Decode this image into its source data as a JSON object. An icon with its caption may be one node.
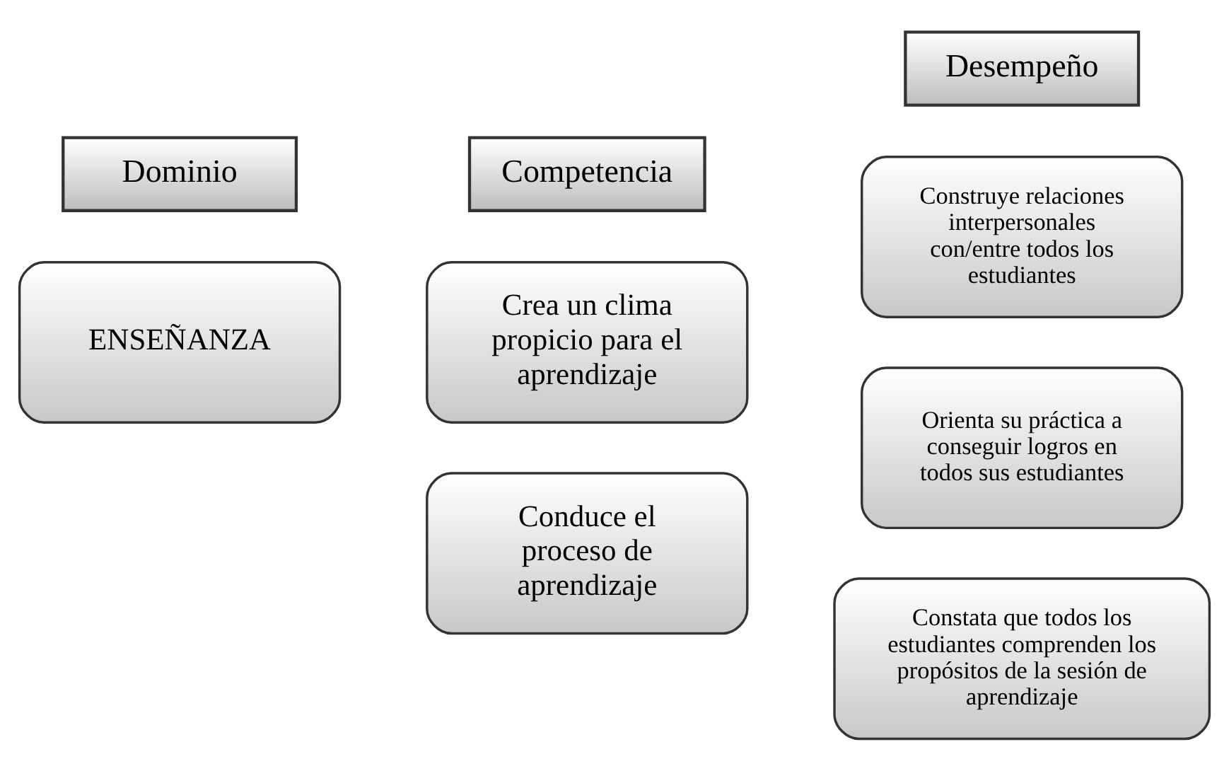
{
  "diagram": {
    "nodes": [
      {
        "text": [
          "Dominio"
        ]
      },
      {
        "text": [
          "Competencia"
        ]
      },
      {
        "text": [
          "Desempeño"
        ]
      },
      {
        "text": [
          "ENSEÑANZA"
        ]
      },
      {
        "text": [
          "Crea un clima propicio para el aprendizaje"
        ]
      },
      {
        "text": [
          "Conduce el proceso de aprendizaje"
        ]
      },
      {
        "text": [
          "Construye relaciones interpersonales con/entre todos los estudiantes"
        ]
      },
      {
        "text": [
          "Orienta su práctica a conseguir logros en todos sus estudiantes"
        ]
      },
      {
        "text": [
          "Constata que todos los estudiantes comprenden los propósitos de la sesión de aprendizaje"
        ]
      }
    ],
    "edges": []
  }
}
